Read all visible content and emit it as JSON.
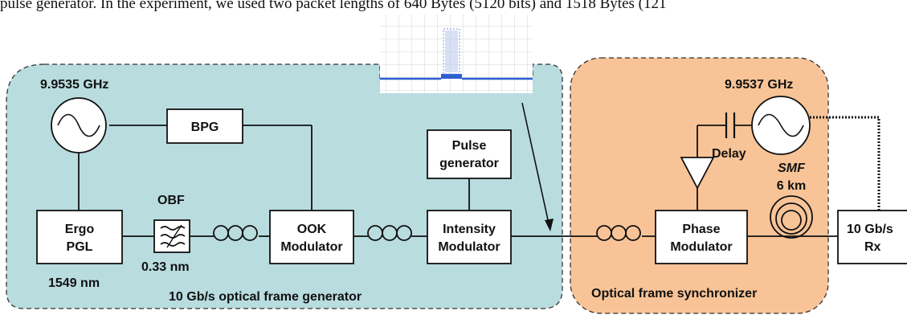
{
  "top_text": "pulse generator. In the experiment, we used two packet lengths of 640 Bytes (5120 bits) and 1518 Bytes (121",
  "generator": {
    "region_label": "10 Gb/s optical frame generator",
    "clock_freq": "9.9535 GHz",
    "bpg": "BPG",
    "laser_line1": "Ergo",
    "laser_line2": "PGL",
    "laser_wavelength": "1549 nm",
    "filter_label": "OBF",
    "filter_bandwidth": "0.33 nm",
    "ook_line1": "OOK",
    "ook_line2": "Modulator",
    "pulse_line1": "Pulse",
    "pulse_line2": "generator",
    "intensity_line1": "Intensity",
    "intensity_line2": "Modulator"
  },
  "synchronizer": {
    "region_label": "Optical frame synchronizer",
    "clock_freq": "9.9537 GHz",
    "delay_label": "Delay",
    "phase_line1": "Phase",
    "phase_line2": "Modulator",
    "smf_line1": "SMF",
    "smf_line2": "6 km"
  },
  "receiver": {
    "line1": "10 Gb/s",
    "line2": "Rx"
  },
  "colors": {
    "generator_fill": "#b9dcdf",
    "synchronizer_fill": "#f8c497",
    "trace_color": "#2f5fd0"
  }
}
